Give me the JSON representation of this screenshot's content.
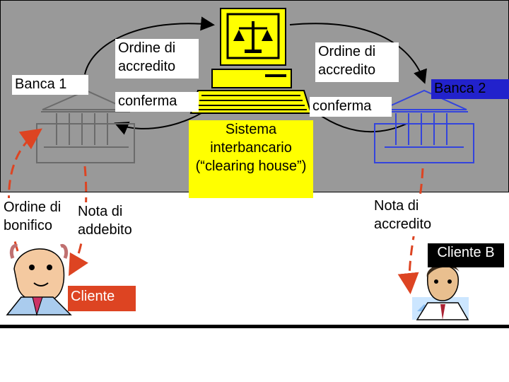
{
  "colors": {
    "panel": "#999999",
    "bank1": "#6b6b6b",
    "bank2": "#3344dd",
    "bank2_box": "#2222cc",
    "computer": "#ffff00",
    "arrow_dashed": "#dd4422",
    "sistema_box": "#ffff00"
  },
  "labels": {
    "ordine_accredito_left": "Ordine di accredito",
    "ordine_accredito_right": "Ordine di accredito",
    "banca1": "Banca 1",
    "banca2": "Banca 2",
    "conferma_left": "conferma",
    "conferma_right": "conferma",
    "sistema": "Sistema interbancario (“clearing house”)",
    "ordine_bonifico": "Ordine di bonifico",
    "nota_addebito": "Nota di addebito",
    "nota_accredito": "Nota di accredito",
    "cliente_a": "Cliente",
    "cliente_b": "Cliente B"
  },
  "icons": {
    "computer": "computer-scales-icon",
    "bank1": "bank-building-icon",
    "bank2": "bank-building-icon",
    "person_left": "bald-man-icon",
    "person_right": "businessman-icon"
  }
}
